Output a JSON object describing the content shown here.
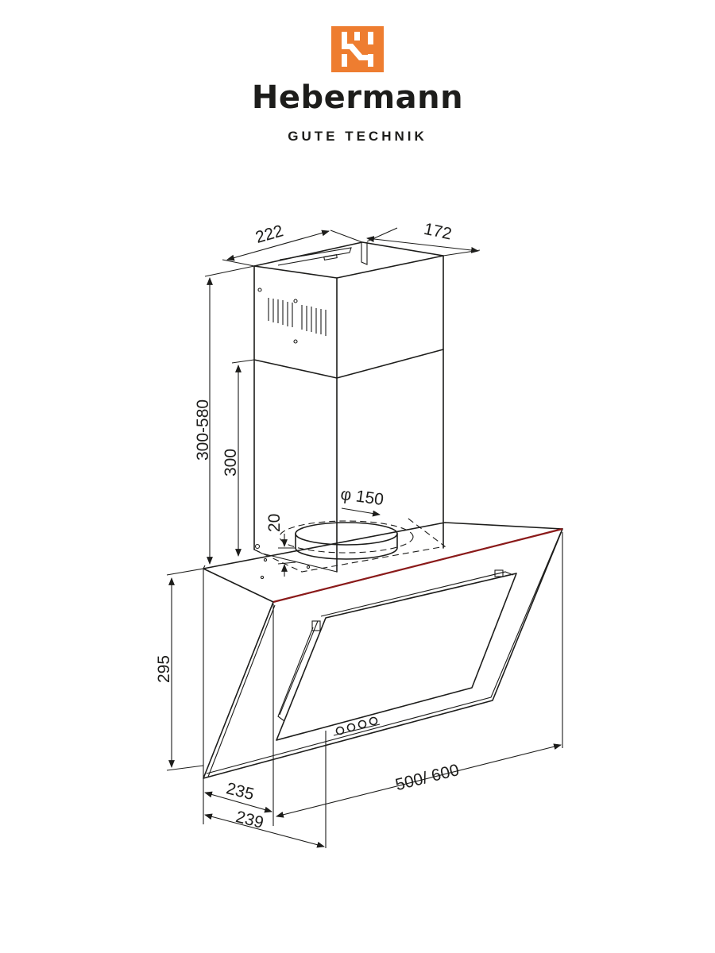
{
  "brand": {
    "name": "Hebermann",
    "tagline": "GUTE TECHNIK",
    "logo_color": "#ee7d30",
    "logo_icon": "hebermann-logo-icon"
  },
  "dimensions": {
    "chimney_width": "222",
    "chimney_depth": "172",
    "chimney_total_height": "300-580",
    "chimney_lower_height": "300",
    "outlet_diameter": "φ 150",
    "outlet_offset": "20",
    "body_height": "295",
    "hood_width": "500/ 600",
    "depth_inner": "235",
    "depth_outer": "239"
  },
  "colors": {
    "line": "#1d1d1b",
    "glass_edge": "#8b1a1a"
  }
}
